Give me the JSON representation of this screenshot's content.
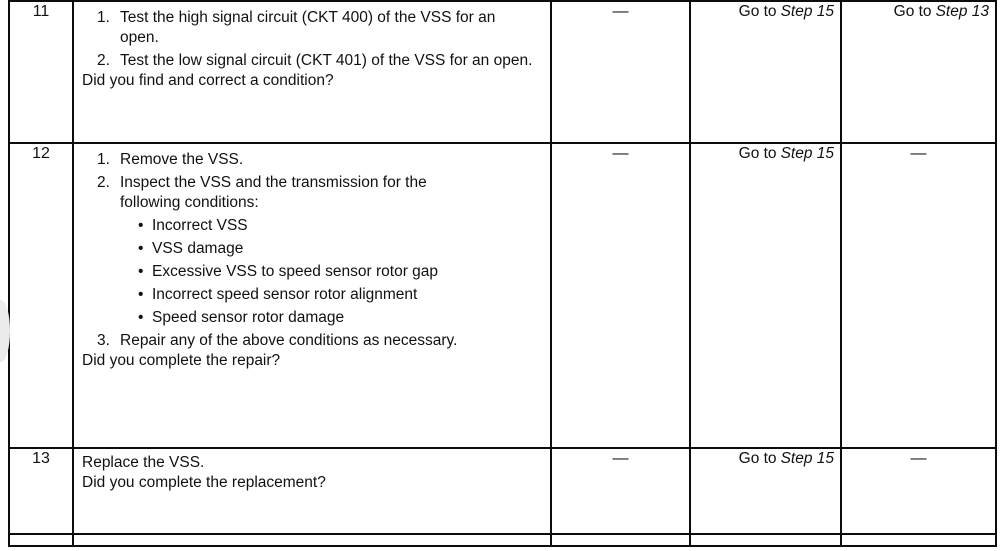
{
  "bullet": "•",
  "rows": [
    {
      "step": "11",
      "items": [
        {
          "num": "1.",
          "text": "Test the high signal circuit (CKT 400) of the VSS for an open."
        },
        {
          "num": "2.",
          "text": "Test the low signal circuit (CKT 401) of the VSS for an open."
        }
      ],
      "question": "Did you find and correct a condition?",
      "value": "—",
      "yes_prefix": "Go to",
      "yes_step": "Step 15",
      "no_prefix": "Go to",
      "no_step": "Step 13"
    },
    {
      "step": "12",
      "items": [
        {
          "num": "1.",
          "text": "Remove the VSS."
        },
        {
          "num": "2.",
          "text": "Inspect the VSS and the transmission for the following conditions:"
        }
      ],
      "bullets": [
        "Incorrect VSS",
        "VSS damage",
        "Excessive VSS to speed sensor rotor gap",
        "Incorrect speed sensor rotor alignment",
        "Speed sensor rotor damage"
      ],
      "items_after": [
        {
          "num": "3.",
          "text": "Repair any of the above conditions as necessary."
        }
      ],
      "question": "Did you complete the repair?",
      "value": "—",
      "yes_prefix": "Go to",
      "yes_step": "Step 15",
      "no": "—"
    },
    {
      "step": "13",
      "action": "Replace the VSS.",
      "question": "Did you complete the replacement?",
      "value": "—",
      "yes_prefix": "Go to",
      "yes_step": "Step 15",
      "no": "—"
    }
  ]
}
